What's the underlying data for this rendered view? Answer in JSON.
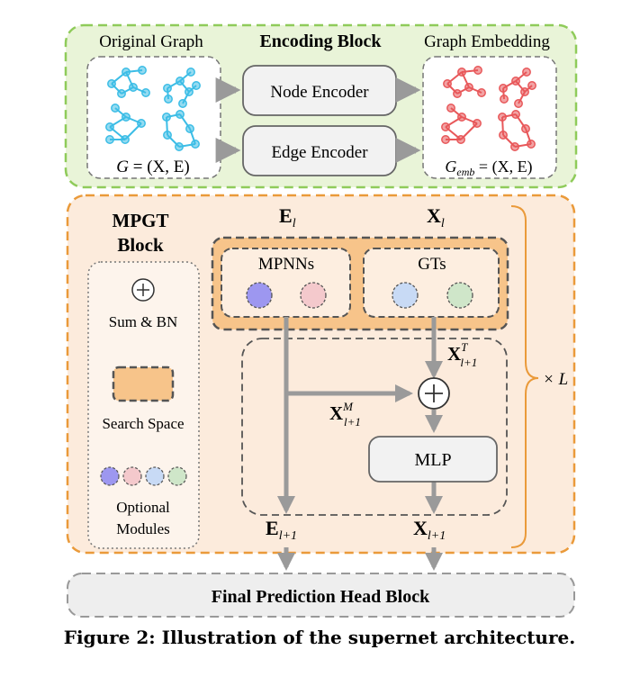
{
  "encoding_block": {
    "title": "Encoding Block",
    "original_graph_label": "Original Graph",
    "graph_embedding_label": "Graph Embedding",
    "node_encoder": "Node Encoder",
    "edge_encoder": "Edge Encoder",
    "input_formula": {
      "lhs": "G",
      "rhs": " = (X, E)"
    },
    "output_formula": {
      "lhs": "G",
      "sub": "emb",
      "rhs": " = (X, E)"
    },
    "input_graph_color": "#3cbde6",
    "output_graph_color": "#e8585a"
  },
  "mpgt_block": {
    "title_line1": "MPGT",
    "title_line2": "Block",
    "edge_input": {
      "base": "E",
      "sub": "l"
    },
    "node_input": {
      "base": "X",
      "sub": "l"
    },
    "mpnns_label": "MPNNs",
    "gts_label": "GTs",
    "gt_output": {
      "base": "X",
      "sup": "T",
      "sub": "l+1"
    },
    "mp_output": {
      "base": "X",
      "sup": "M",
      "sub": "l+1"
    },
    "mlp_label": "MLP",
    "edge_output": {
      "base": "E",
      "sub": "l+1"
    },
    "node_output": {
      "base": "X",
      "sub": "l+1"
    },
    "repeat_label": "× L",
    "module_colors": [
      "#9d97f0",
      "#f4c9cc",
      "#c8daf5",
      "#cfe6c9"
    ]
  },
  "legend": {
    "sum_bn_label": "Sum & BN",
    "search_space_label": "Search Space",
    "optional_modules_line1": "Optional",
    "optional_modules_line2": "Modules"
  },
  "head_block": {
    "label": "Final Prediction Head Block"
  },
  "caption": "Figure 2: Illustration of the supernet architecture."
}
